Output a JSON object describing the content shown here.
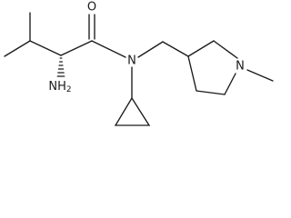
{
  "structure": {
    "atoms": {
      "carbonyl_oxygen": "O",
      "amine_nitrogen": "N",
      "amine_label": "NH",
      "amine_subscript": "2",
      "amide_nitrogen": "N",
      "ring_nitrogen": "N"
    }
  }
}
